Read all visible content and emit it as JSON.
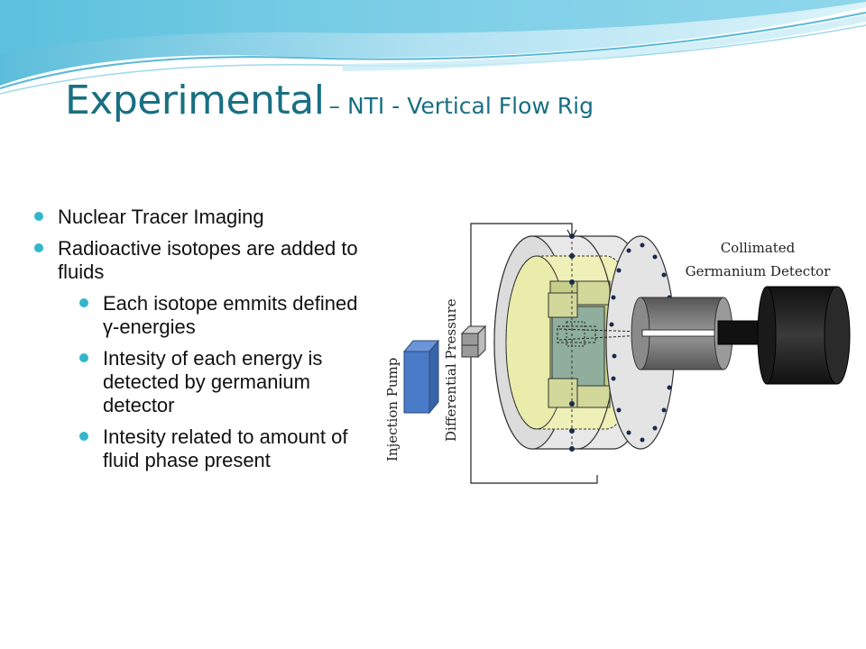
{
  "slide": {
    "title_main": "Experimental",
    "title_sub": "– NTI - Vertical Flow Rig"
  },
  "bullets": [
    {
      "level": 1,
      "text": "Nuclear Tracer Imaging"
    },
    {
      "level": 1,
      "text": "Radioactive isotopes are added to fluids"
    },
    {
      "level": 2,
      "text": "Each isotope emmits defined γ-energies"
    },
    {
      "level": 2,
      "text": "Intesity of each energy is detected by germanium detector"
    },
    {
      "level": 2,
      "text": "Intesity related to amount of fluid phase present"
    }
  ],
  "diagram": {
    "label_pump": "Injection Pump",
    "label_pressure": "Differential Pressure",
    "label_detector_line1": "Collimated",
    "label_detector_line2": "Germanium Detector"
  },
  "colors": {
    "title": "#1a6f82",
    "bullet_dot": "#31b7c9",
    "pump": "#4a7bc8",
    "wave": "#7fcde0"
  }
}
